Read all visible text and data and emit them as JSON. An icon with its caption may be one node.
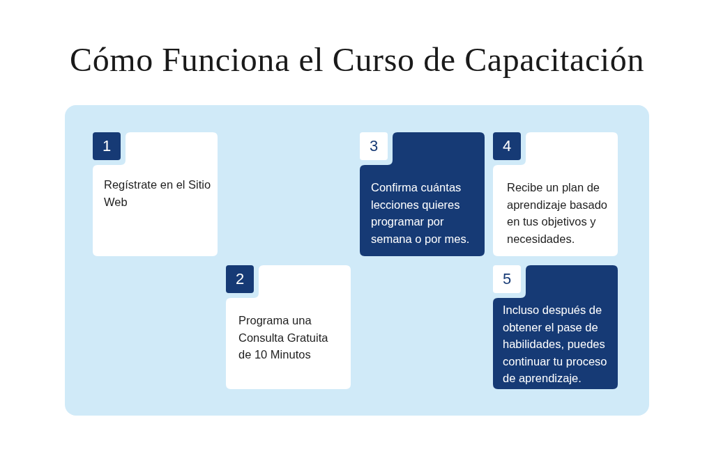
{
  "diagram": {
    "title": "Cómo Funciona el Curso de Capacitación",
    "nodes": [
      {
        "text": [],
        "shape": "box"
      },
      {
        "text": [
          "1",
          "Regístrate en el Sitio Web"
        ],
        "in": 0
      },
      {
        "text": [
          "2",
          "Programa una Consulta Gratuita de 10 Minutos"
        ],
        "in": 0
      },
      {
        "text": [
          "3",
          "Confirma cuántas lecciones quieres programar por semana o por mes."
        ],
        "in": 0
      },
      {
        "text": [
          "4",
          "Recibe un plan de aprendizaje basado en tus objetivos y necesidades."
        ],
        "in": 0
      },
      {
        "text": [
          "5",
          "Incluso después de obtener el pase de habilidades, puedes continuar tu proceso de aprendizaje."
        ],
        "in": 0
      }
    ]
  }
}
